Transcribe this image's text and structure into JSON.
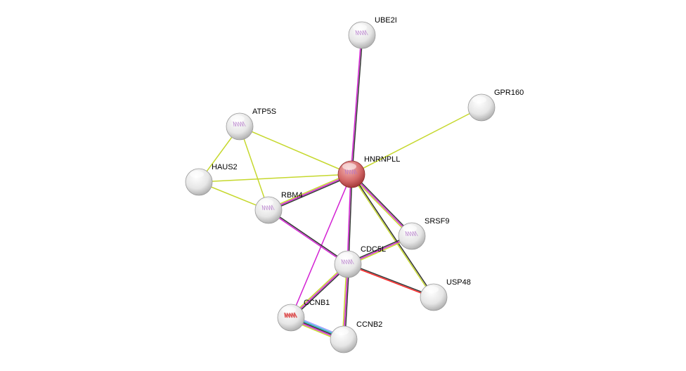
{
  "network": {
    "colors": {
      "textmining": "#c6d82e",
      "experiments": "#d321d3",
      "coexpression": "#333333",
      "databases": "#20b8c8",
      "neighborhood": "#9a9aff",
      "fusion": "#ff2020",
      "query_node": "#c94a4a",
      "node": "#e6e6e6"
    },
    "nodes": [
      {
        "id": "UBE2I",
        "label": "UBE2I",
        "query": false,
        "structure": true
      },
      {
        "id": "GPR160",
        "label": "GPR160",
        "query": false,
        "structure": false
      },
      {
        "id": "ATP5S",
        "label": "ATP5S",
        "query": false,
        "structure": true
      },
      {
        "id": "HNRNPLL",
        "label": "HNRNPLL",
        "query": true,
        "structure": true
      },
      {
        "id": "HAUS2",
        "label": "HAUS2",
        "query": false,
        "structure": false
      },
      {
        "id": "RBM4",
        "label": "RBM4",
        "query": false,
        "structure": true
      },
      {
        "id": "SRSF9",
        "label": "SRSF9",
        "query": false,
        "structure": true
      },
      {
        "id": "CDC5L",
        "label": "CDC5L",
        "query": false,
        "structure": true
      },
      {
        "id": "USP48",
        "label": "USP48",
        "query": false,
        "structure": false
      },
      {
        "id": "CCNB1",
        "label": "CCNB1",
        "query": false,
        "structure": true
      },
      {
        "id": "CCNB2",
        "label": "CCNB2",
        "query": false,
        "structure": false
      }
    ],
    "edges": [
      {
        "a": "HNRNPLL",
        "b": "UBE2I",
        "types": [
          "experiments",
          "coexpression"
        ]
      },
      {
        "a": "HNRNPLL",
        "b": "GPR160",
        "types": [
          "textmining"
        ]
      },
      {
        "a": "HNRNPLL",
        "b": "ATP5S",
        "types": [
          "textmining"
        ]
      },
      {
        "a": "HNRNPLL",
        "b": "HAUS2",
        "types": [
          "textmining"
        ]
      },
      {
        "a": "HNRNPLL",
        "b": "RBM4",
        "types": [
          "coexpression",
          "experiments",
          "textmining"
        ]
      },
      {
        "a": "HNRNPLL",
        "b": "SRSF9",
        "types": [
          "coexpression",
          "experiments",
          "textmining"
        ]
      },
      {
        "a": "HNRNPLL",
        "b": "CDC5L",
        "types": [
          "coexpression",
          "experiments"
        ]
      },
      {
        "a": "HNRNPLL",
        "b": "USP48",
        "types": [
          "coexpression",
          "textmining"
        ]
      },
      {
        "a": "HNRNPLL",
        "b": "CCNB1",
        "types": [
          "experiments"
        ]
      },
      {
        "a": "ATP5S",
        "b": "HAUS2",
        "types": [
          "textmining"
        ]
      },
      {
        "a": "ATP5S",
        "b": "RBM4",
        "types": [
          "textmining"
        ]
      },
      {
        "a": "HAUS2",
        "b": "RBM4",
        "types": [
          "textmining"
        ]
      },
      {
        "a": "RBM4",
        "b": "CDC5L",
        "types": [
          "coexpression",
          "experiments"
        ]
      },
      {
        "a": "CDC5L",
        "b": "SRSF9",
        "types": [
          "coexpression",
          "experiments",
          "textmining"
        ]
      },
      {
        "a": "CDC5L",
        "b": "USP48",
        "types": [
          "coexpression",
          "fusion"
        ]
      },
      {
        "a": "CDC5L",
        "b": "CCNB1",
        "types": [
          "coexpression",
          "experiments",
          "textmining"
        ]
      },
      {
        "a": "CDC5L",
        "b": "CCNB2",
        "types": [
          "coexpression",
          "experiments",
          "textmining"
        ]
      },
      {
        "a": "CCNB1",
        "b": "CCNB2",
        "types": [
          "neighborhood",
          "databases",
          "coexpression",
          "experiments",
          "textmining"
        ]
      }
    ]
  }
}
